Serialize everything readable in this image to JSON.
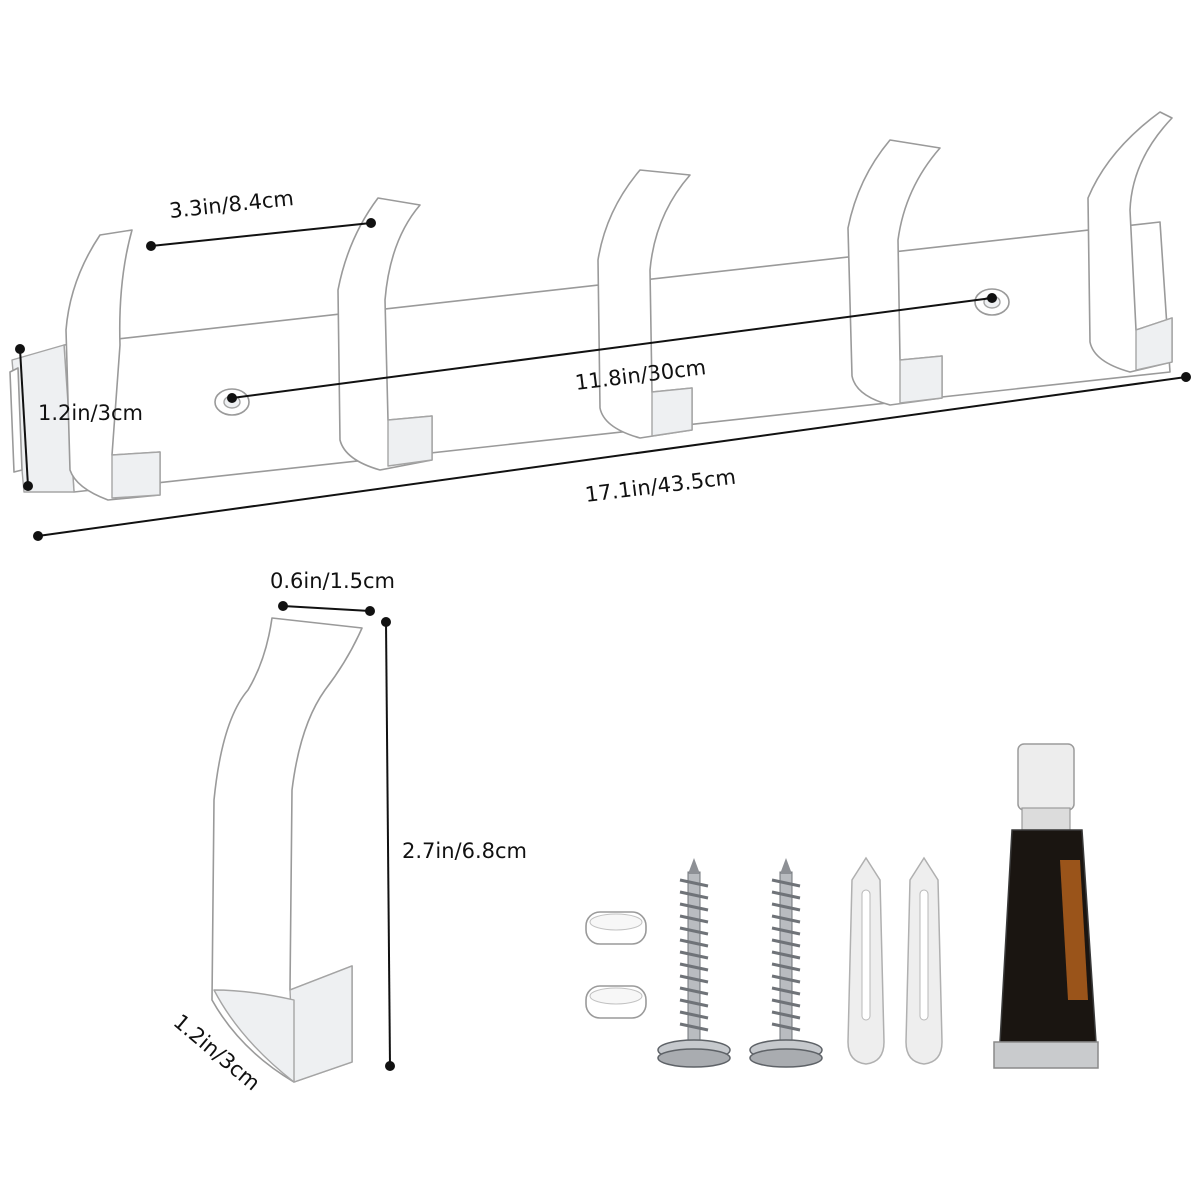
{
  "dimensions": {
    "hook_spacing": "3.3in/8.4cm",
    "hole_spacing": "11.8in/30cm",
    "rail_height": "1.2in/3cm",
    "rail_length": "17.1in/43.5cm",
    "hook_width": "0.6in/1.5cm",
    "hook_height": "2.7in/6.8cm",
    "hook_depth": "1.2in/3cm"
  },
  "colors": {
    "product": "#ffffff",
    "outline": "#9a9a9a",
    "annotation": "#111111"
  }
}
